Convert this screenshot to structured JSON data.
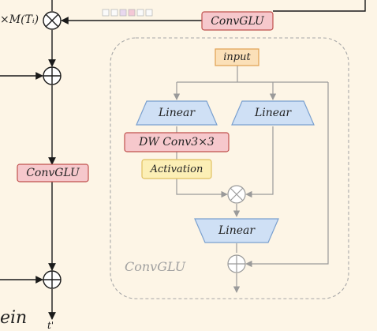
{
  "diagram": {
    "mask_label": "×M(Tᵢ)",
    "top_convglu": "ConvGLU",
    "mid_convglu": "ConvGLU",
    "inset_title": "ConvGLU",
    "input": "input",
    "linear_left": "Linear",
    "linear_right": "Linear",
    "dwconv": "DW Conv3×3",
    "activation": "Activation",
    "linear_bottom": "Linear",
    "cut_text": "ein",
    "cut_text_bottom": "t'"
  },
  "colors": {
    "background": "#fdf5e6",
    "convglu_fill": "#f6c8cc",
    "convglu_stroke": "#c0504d",
    "linear_fill": "#cfe0f5",
    "linear_stroke": "#7aa0cf",
    "input_fill": "#fbe0b8",
    "input_stroke": "#e0a050",
    "activation_fill": "#fcefb6",
    "activation_stroke": "#e0c060",
    "line_dark": "#1a1a1a",
    "line_grey": "#9a9a9a"
  }
}
